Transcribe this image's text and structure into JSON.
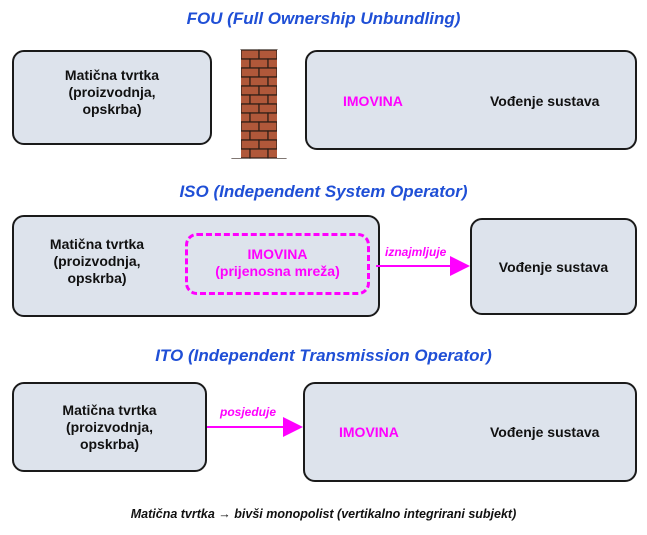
{
  "sections": [
    {
      "title": "FOU (Full Ownership Unbundling)",
      "parent": [
        "Matična tvrtka",
        "(proizvodnja,",
        "opskrba)"
      ],
      "asset": "IMOVINA",
      "operation": "Vođenje sustava"
    },
    {
      "title": "ISO (Independent System Operator)",
      "parent": [
        "Matična tvrtka",
        "(proizvodnja,",
        "opskrba)"
      ],
      "asset": [
        "IMOVINA",
        "(prijenosna mreža)"
      ],
      "arrow_label": "iznajmljuje",
      "operation": "Vođenje sustava"
    },
    {
      "title": "ITO (Independent Transmission Operator)",
      "parent": [
        "Matična tvrtka",
        "(proizvodnja,",
        "opskrba)"
      ],
      "arrow_label": "posjeduje",
      "asset": "IMOVINA",
      "operation": "Vođenje sustava"
    }
  ],
  "footer": "Matična tvrtka → bivši monopolist (vertikalno integrirani subjekt)",
  "colors": {
    "title": "#1f4fd6",
    "accent": "#ff00ff",
    "box_fill": "#dde3ec"
  }
}
